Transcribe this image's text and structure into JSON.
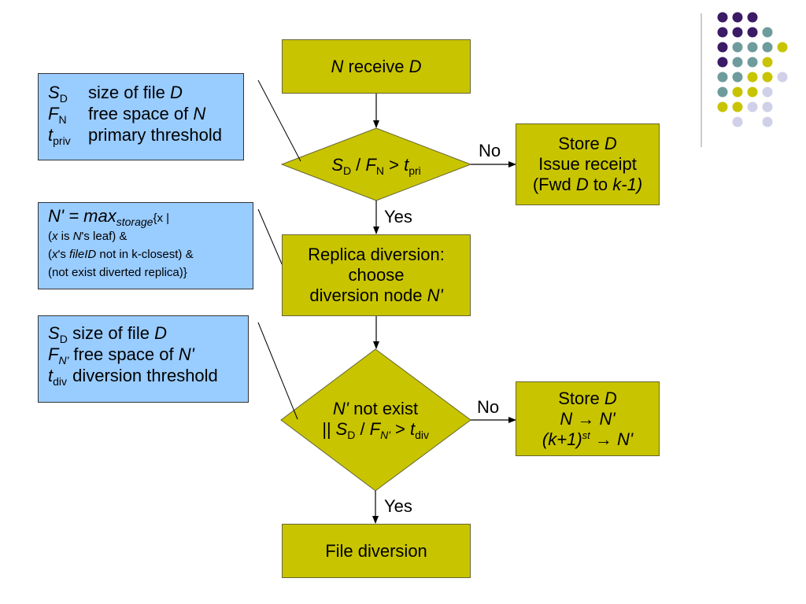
{
  "colors": {
    "note_fill": "#99ccff",
    "flow_fill": "#c8c400",
    "dot_purple": "#3b1a66",
    "dot_teal": "#6e9c9c",
    "dot_olive": "#c8c400",
    "dot_lavender": "#d0d0e8"
  },
  "notes": {
    "primary": {
      "rows": [
        {
          "sym": "S",
          "sub": "D",
          "text": "size of file",
          "var": "D"
        },
        {
          "sym": "F",
          "sub": "N",
          "text": "free space of",
          "var": "N"
        },
        {
          "sym": "t",
          "sub": "priv",
          "text": "primary threshold"
        }
      ]
    },
    "replica": {
      "line1_main": "N' = max",
      "line1_sub": "storage",
      "line1_tail": "{x |",
      "line2_x": "x",
      "line2_mid": " is ",
      "line2_n": "N",
      "line2_tail": "'s leaf) &",
      "line3_x": "x",
      "line3_mid": "'s ",
      "line3_fileid": "fileID",
      "line3_tail": " not in k-closest) &",
      "line4": "(not exist diverted replica)}"
    },
    "diversion": {
      "rows": [
        {
          "sym": "S",
          "sub": "D",
          "text": "size of file",
          "var": "D"
        },
        {
          "sym": "F",
          "sub": "N'",
          "text": "free space of",
          "var": "N'"
        },
        {
          "sym": "t",
          "sub": "div",
          "text": "diversion threshold"
        }
      ]
    }
  },
  "flow": {
    "start": {
      "var": "N",
      "text": " receive ",
      "var2": "D"
    },
    "decision1": {
      "s": "S",
      "s_sub": "D",
      "mid": " / ",
      "f": "F",
      "f_sub": "N",
      "gt": " > ",
      "t": "t",
      "t_sub": "pri"
    },
    "store1": {
      "line1": "Store ",
      "line1_var": "D",
      "line2": "Issue receipt",
      "line3_open": "(Fwd ",
      "line3_var": "D",
      "line3_to": " to ",
      "line3_k": "k-1)"
    },
    "replica": {
      "line1": "Replica diversion:",
      "line2": "choose",
      "line3": "diversion node ",
      "line3_var": "N'"
    },
    "decision2": {
      "line1_var": "N'",
      "line1_text": " not exist",
      "or": "|| ",
      "s": "S",
      "s_sub": "D",
      "mid": " / ",
      "f": "F",
      "f_sub": "N'",
      "gt": " > ",
      "t": "t",
      "t_sub": "div"
    },
    "store2": {
      "line1": "Store ",
      "line1_var": "D",
      "line2": "N → N'",
      "line3_k": "(k+1)",
      "line3_sup": "st",
      "line3_tail": " → N'"
    },
    "file_diversion": "File diversion",
    "no1": "No",
    "yes1": "Yes",
    "no2": "No",
    "yes2": "Yes"
  }
}
